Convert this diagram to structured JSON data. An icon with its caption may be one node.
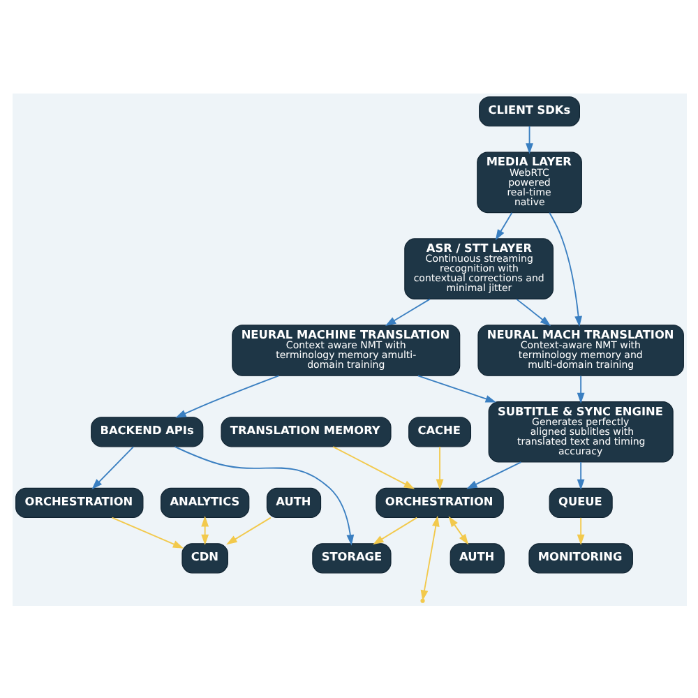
{
  "diagram": {
    "nodes": [
      {
        "text": [
          "CLIENT SDKs"
        ]
      },
      {
        "text": [
          "MEDIA LAYER",
          "WebRTC",
          "powered",
          "real-time",
          "native"
        ]
      },
      {
        "text": [
          "ASR / STT LAYER",
          "Continuous streaming recognition with contextual corrections and minimal jitter"
        ]
      },
      {
        "text": [
          "NEURAL MACH TRANSLATION",
          "Context-aware NMT with terminology memory and multi-domain training"
        ]
      },
      {
        "text": [
          "NEURAL MACHINE TRANSLATION",
          "Context aware NMT with terminology memory amulti-domain training"
        ]
      },
      {
        "text": [
          "SUBTITLE & SYNC ENGINE",
          "Generates perfectly aligned sublitles with translated text and timing accuracy"
        ]
      },
      {
        "text": [
          "BACKEND APIs"
        ]
      },
      {
        "text": [
          "STORAGE"
        ]
      },
      {
        "text": [
          "ORCHESTRATION"
        ]
      },
      {
        "text": [
          "CDN"
        ]
      },
      {
        "text": [
          "ORCHESTRATION"
        ]
      },
      {
        "text": [
          "MONITORING"
        ]
      },
      {
        "text": [
          "QUEUE"
        ]
      },
      {
        "text": [
          "TRANSLATION MEMORY"
        ]
      },
      {
        "text": [
          "CACHE"
        ]
      },
      {
        "text": [
          "AUTH"
        ]
      },
      {
        "text": [
          "ANALYTICS"
        ]
      },
      {
        "text": [
          "AUTH"
        ]
      }
    ],
    "edges": [
      {
        "from": 0,
        "to": 1,
        "arrow": "to"
      },
      {
        "from": 1,
        "to": 2,
        "arrow": "to"
      },
      {
        "from": 1,
        "to": 3,
        "arrow": "to"
      },
      {
        "from": 2,
        "to": 3,
        "arrow": "to"
      },
      {
        "from": 2,
        "to": 4,
        "arrow": "to"
      },
      {
        "from": 4,
        "to": 5,
        "arrow": "to"
      },
      {
        "from": 3,
        "to": 5,
        "arrow": "to"
      },
      {
        "from": 4,
        "to": 6,
        "arrow": "to"
      },
      {
        "from": 6,
        "to": 7,
        "arrow": "to"
      },
      {
        "from": 6,
        "to": 8,
        "arrow": "to"
      },
      {
        "from": 8,
        "to": 9,
        "arrow": "to",
        "color": "#f2c94c"
      },
      {
        "from": 5,
        "to": 10,
        "arrow": "to"
      },
      {
        "from": 10,
        "to": 7,
        "arrow": "to",
        "color": "#f2c94c"
      },
      {
        "from": 5,
        "to": 12,
        "arrow": "to"
      },
      {
        "from": 12,
        "to": 11,
        "arrow": "to",
        "color": "#f2c94c"
      },
      {
        "from": 13,
        "to": 10,
        "arrow": "to",
        "color": "#f2c94c"
      },
      {
        "from": 14,
        "to": 10,
        "arrow": "to",
        "color": "#f2c94c"
      },
      {
        "from": 10,
        "to": null,
        "arrow": "both",
        "color": "#f2c94c"
      },
      {
        "from": 10,
        "to": 15,
        "arrow": "both",
        "color": "#f2c94c"
      },
      {
        "from": 16,
        "to": 9,
        "arrow": "both",
        "color": "#f2c94c"
      },
      {
        "from": 17,
        "to": 9,
        "arrow": "to",
        "color": "#f2c94c"
      }
    ]
  }
}
